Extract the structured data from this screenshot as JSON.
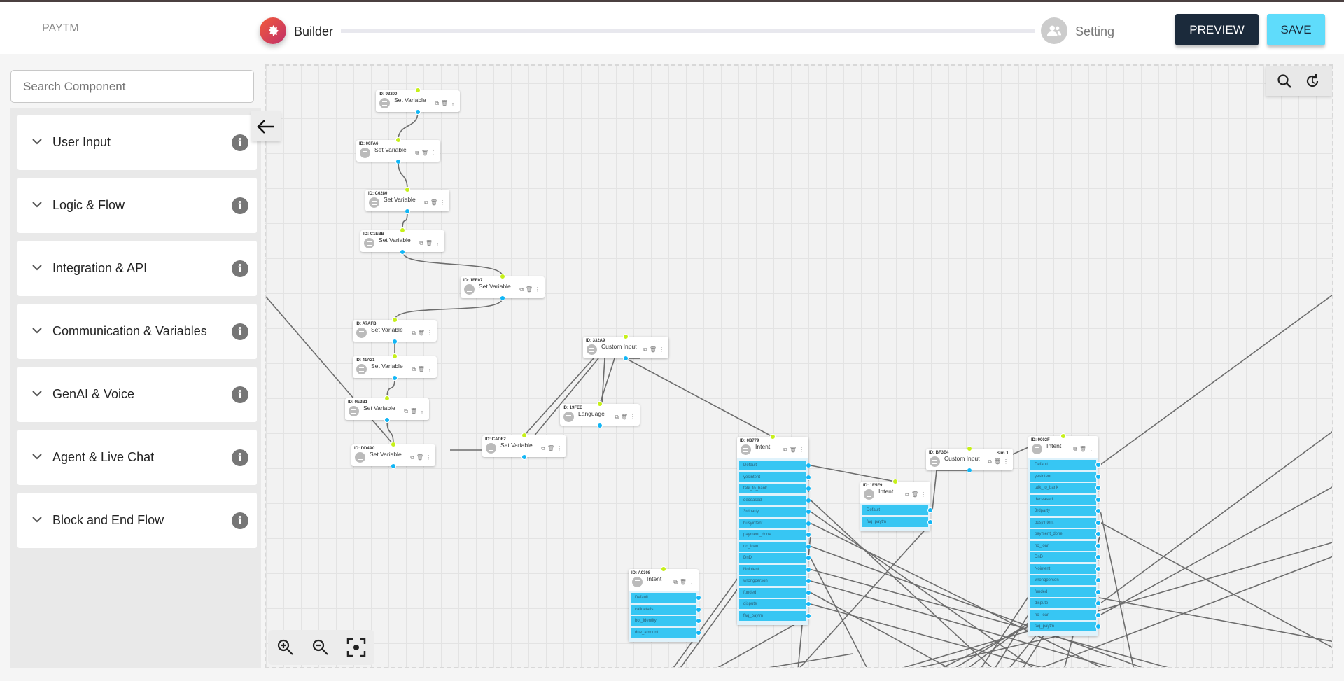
{
  "header": {
    "brand": "PAYTM",
    "steps": [
      {
        "label": "Builder",
        "icon": "gear-icon"
      },
      {
        "label": "Setting",
        "icon": "users-icon"
      }
    ],
    "preview_label": "PREVIEW",
    "save_label": "SAVE"
  },
  "sidebar": {
    "search_placeholder": "Search Component",
    "categories": [
      {
        "label": "User Input"
      },
      {
        "label": "Logic & Flow"
      },
      {
        "label": "Integration & API"
      },
      {
        "label": "Communication & Variables"
      },
      {
        "label": "GenAI & Voice"
      },
      {
        "label": "Agent & Live Chat"
      },
      {
        "label": "Block and End Flow"
      }
    ]
  },
  "nodes": [
    {
      "id": "ID: 93200",
      "label": "Set Variable"
    },
    {
      "id": "ID: 00FA6",
      "label": "Set Variable"
    },
    {
      "id": "ID: C6280",
      "label": "Set Variable"
    },
    {
      "id": "ID: C1EBB",
      "label": "Set Variable"
    },
    {
      "id": "ID: 1FE07",
      "label": "Set Variable"
    },
    {
      "id": "ID: A7AFB",
      "label": "Set Variable"
    },
    {
      "id": "ID: 41A21",
      "label": "Set Variable"
    },
    {
      "id": "ID: 0E2B1",
      "label": "Set Variable"
    },
    {
      "id": "ID: DD4A0",
      "label": "Set Variable"
    },
    {
      "id": "ID: CADF2",
      "label": "Set Variable"
    },
    {
      "id": "ID: 332A9",
      "label": "Custom Input"
    },
    {
      "id": "ID: 19FEE",
      "label": "Language"
    },
    {
      "id": "ID: 0B779",
      "label": "Intent",
      "intents": [
        "Default",
        "yesintent",
        "talk_to_bank",
        "deceased",
        "3rdparty",
        "busyintent",
        "payment_done",
        "no_loan",
        "DnD",
        "Nointent",
        "wrongperson",
        "funded",
        "dispute",
        "faq_paytm"
      ]
    },
    {
      "id": "ID: 1E5F9",
      "label": "Intent",
      "intents": [
        "Default",
        "faq_paytm"
      ]
    },
    {
      "id": "ID: BF3E4",
      "label": "Custom Input",
      "badge": "Sim 1"
    },
    {
      "id": "ID: 9002F",
      "label": "Intent",
      "intents": [
        "Default",
        "yesintent",
        "talk_to_bank",
        "deceased",
        "3rdparty",
        "busyintent",
        "payment_done",
        "no_loan",
        "DnD",
        "Nointent",
        "wrongperson",
        "funded",
        "dispute",
        "no_loan",
        "faq_paytm"
      ]
    },
    {
      "id": "ID: A0308",
      "label": "Intent",
      "intents": [
        "Default",
        "calldetails",
        "bot_identity",
        "due_amount"
      ]
    }
  ],
  "colors": {
    "input_handle": "#c6f01a",
    "output_handle": "#12b6f5",
    "intent_row": "#37c6f3",
    "primary": "#1b2a3b",
    "save": "#5fdcfb"
  }
}
